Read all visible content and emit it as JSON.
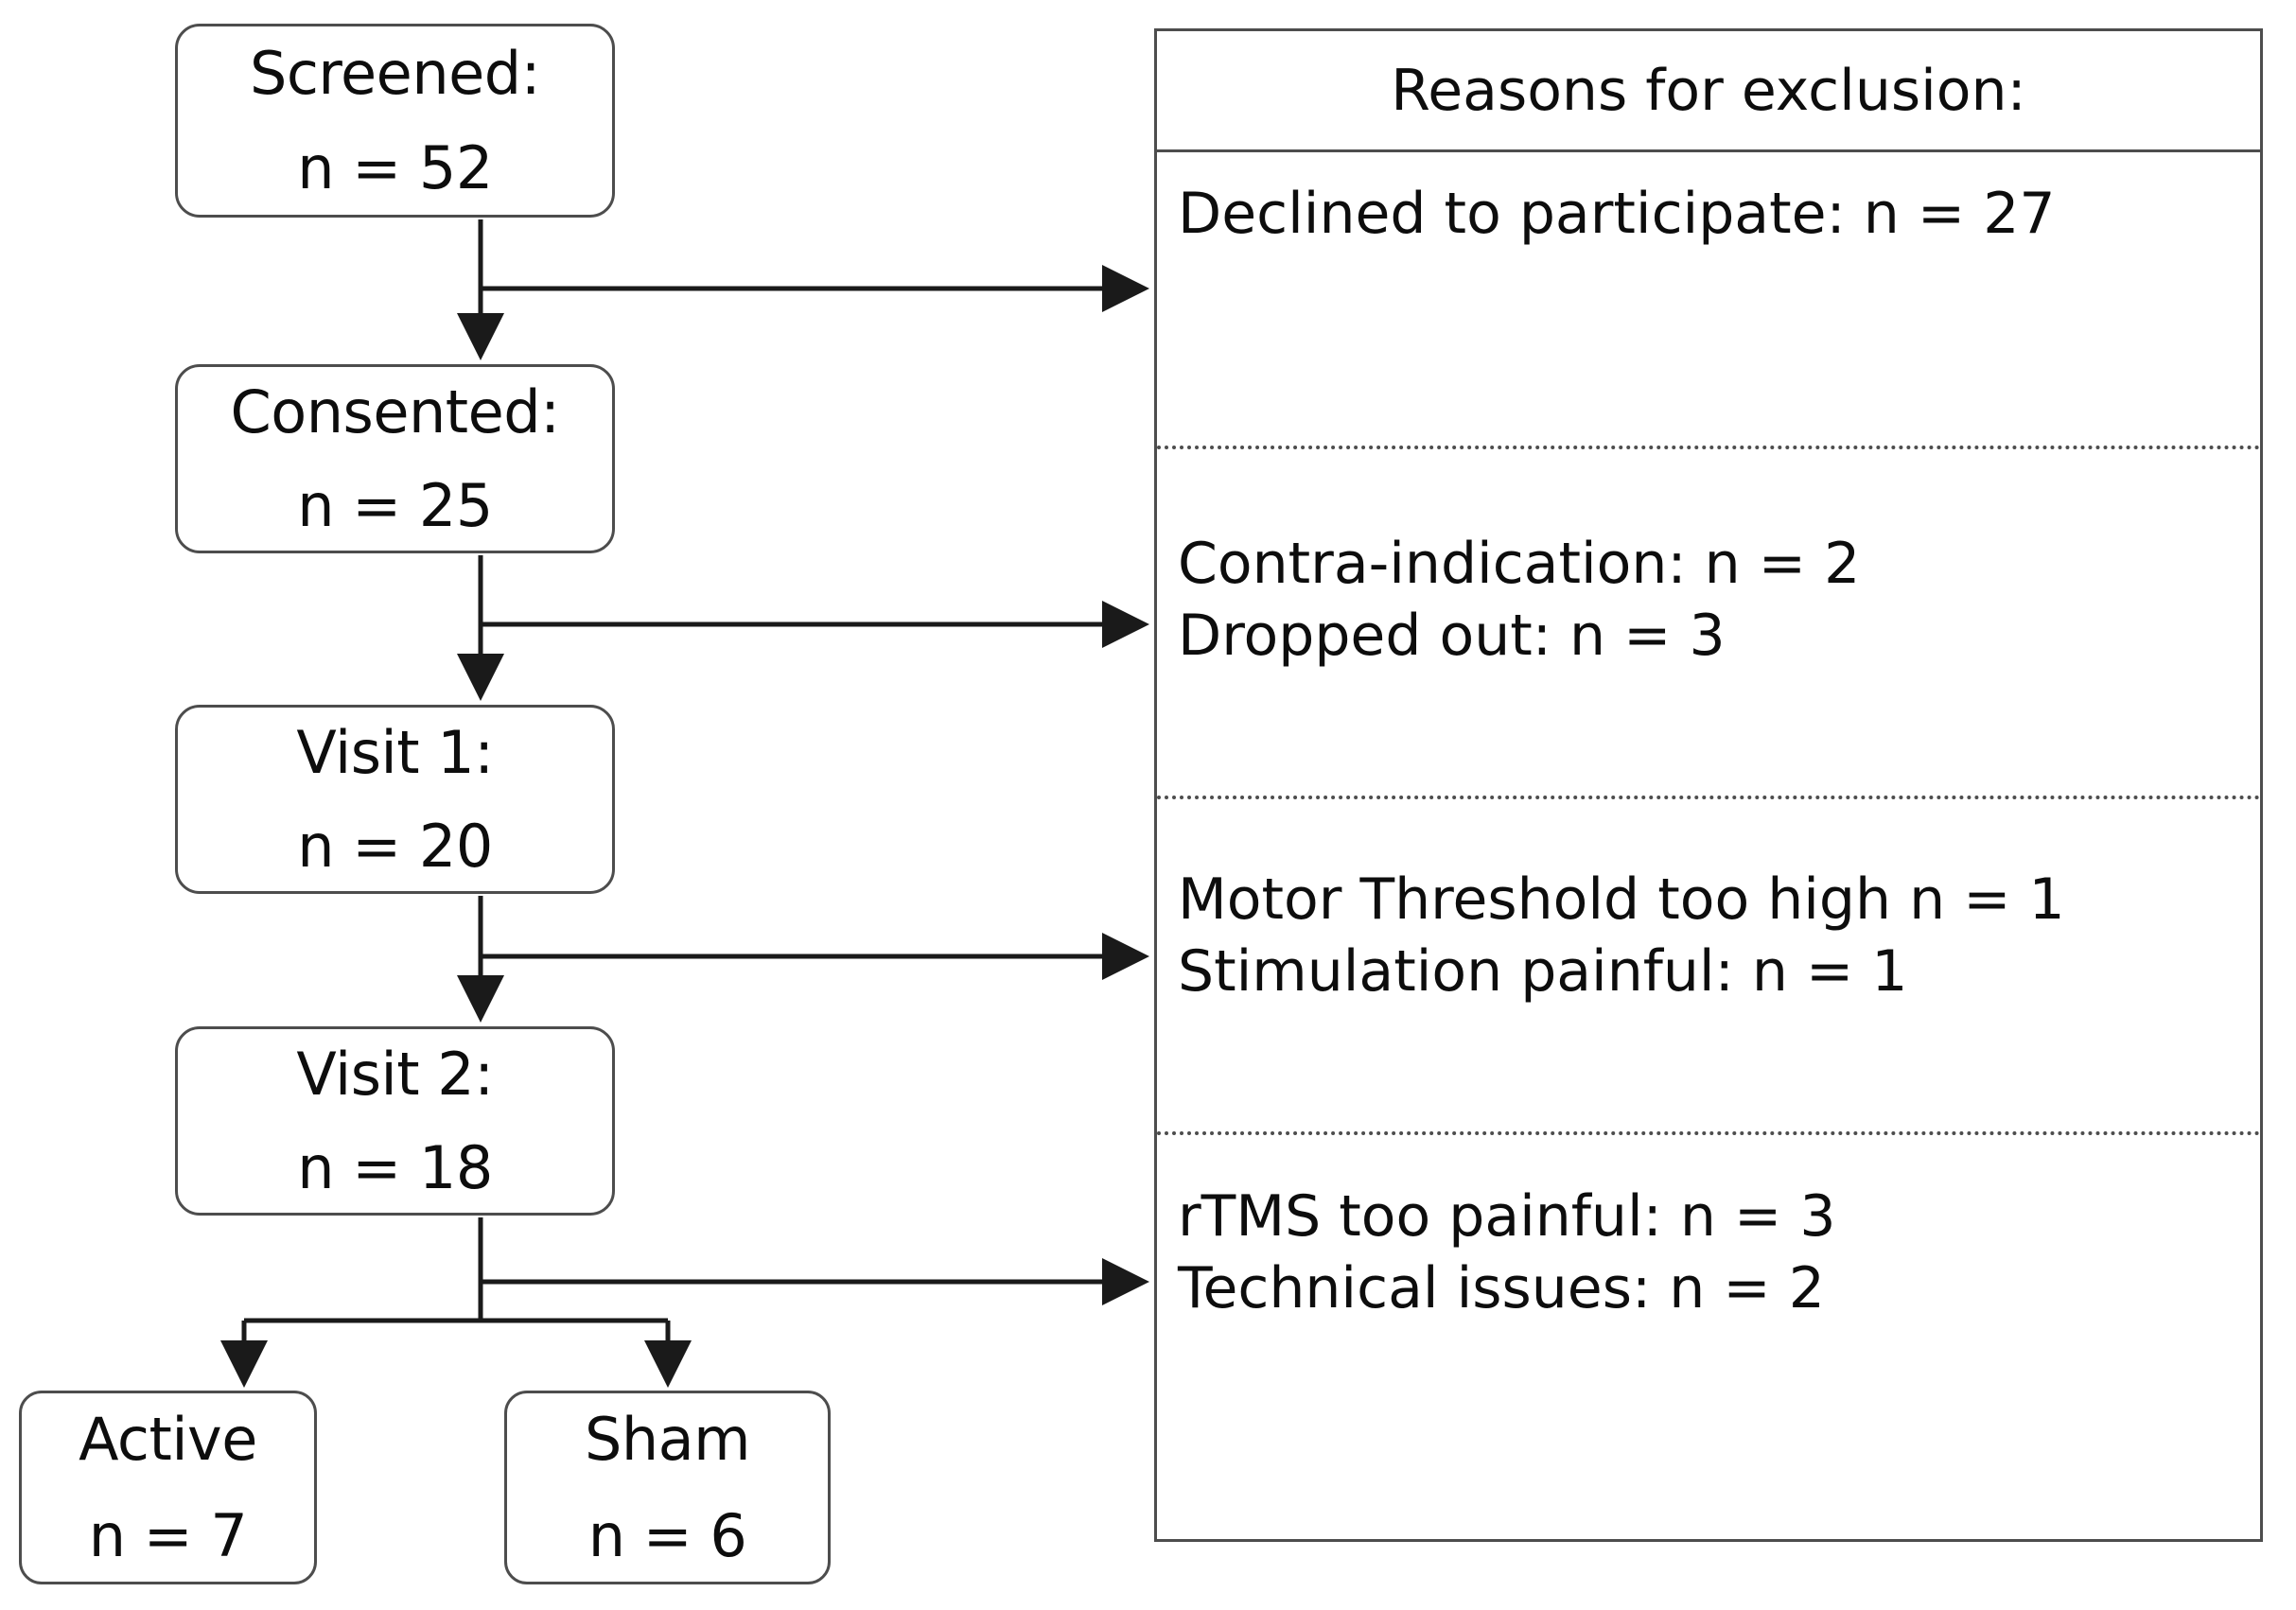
{
  "flow": {
    "nodes": [
      {
        "id": "screened",
        "label": "Screened:",
        "count": "n = 52"
      },
      {
        "id": "consented",
        "label": "Consented:",
        "count": "n = 25"
      },
      {
        "id": "visit1",
        "label": "Visit 1:",
        "count": "n = 20"
      },
      {
        "id": "visit2",
        "label": "Visit 2:",
        "count": "n = 18"
      },
      {
        "id": "active",
        "label": "Active",
        "count": "n = 7"
      },
      {
        "id": "sham",
        "label": "Sham",
        "count": "n = 6"
      }
    ]
  },
  "exclusion_panel": {
    "title": "Reasons for exclusion:",
    "groups": [
      {
        "lines": [
          "Declined to participate: n = 27"
        ]
      },
      {
        "lines": [
          "Contra-indication: n = 2",
          "Dropped out: n = 3"
        ]
      },
      {
        "lines": [
          "Motor Threshold too high n = 1",
          "Stimulation painful: n = 1"
        ]
      },
      {
        "lines": [
          "rTMS too painful: n = 3",
          "Technical issues: n = 2"
        ]
      }
    ]
  },
  "chart_data": {
    "type": "table",
    "title": "CONSORT participant flow diagram",
    "stages": [
      {
        "stage": "Screened",
        "n": 52
      },
      {
        "stage": "Consented",
        "n": 25
      },
      {
        "stage": "Visit 1",
        "n": 20
      },
      {
        "stage": "Visit 2",
        "n": 18
      },
      {
        "stage": "Active",
        "n": 7
      },
      {
        "stage": "Sham",
        "n": 6
      }
    ],
    "exclusions": [
      {
        "after_stage": "Screened",
        "reason": "Declined to participate",
        "n": 27
      },
      {
        "after_stage": "Consented",
        "reason": "Contra-indication",
        "n": 2
      },
      {
        "after_stage": "Consented",
        "reason": "Dropped out",
        "n": 3
      },
      {
        "after_stage": "Visit 1",
        "reason": "Motor Threshold too high",
        "n": 1
      },
      {
        "after_stage": "Visit 1",
        "reason": "Stimulation painful",
        "n": 1
      },
      {
        "after_stage": "Visit 2",
        "reason": "rTMS too painful",
        "n": 3
      },
      {
        "after_stage": "Visit 2",
        "reason": "Technical issues",
        "n": 2
      }
    ],
    "colors": {
      "stroke": "#4d4d4d",
      "text": "#0d0d0d",
      "background": "#ffffff"
    }
  }
}
